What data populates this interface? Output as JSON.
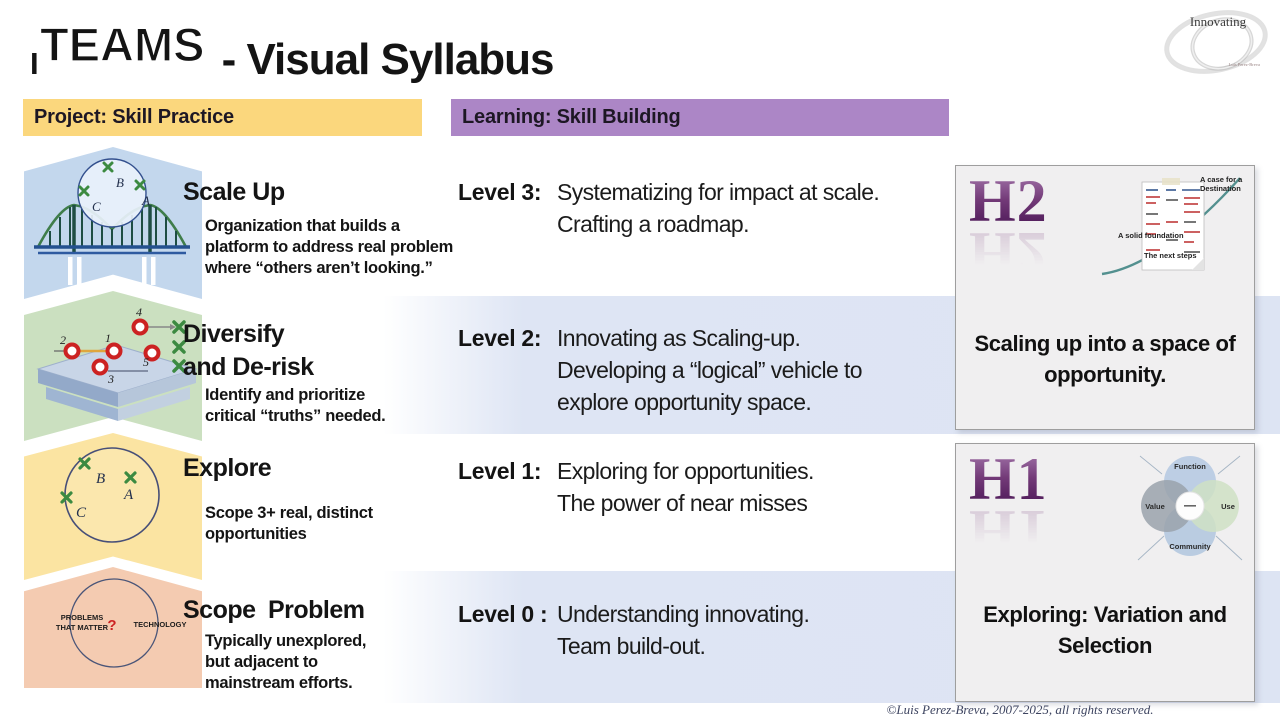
{
  "header": {
    "title": {
      "i": "i",
      "teams": "TEAMS",
      "rest": "- Visual Syllabus"
    },
    "logo": {
      "text": "Innovating",
      "subtext": "Luis Perez-Breva"
    }
  },
  "banners": {
    "project": "Project: Skill Practice",
    "learning": "Learning: Skill Building"
  },
  "rows": [
    {
      "title": "Scale Up",
      "desc_lines": [
        "Organization that builds a",
        "platform to address real problem",
        "where “others aren’t looking.”"
      ],
      "level_label": "Level 3:",
      "level_lines": [
        "Systematizing for impact at scale.",
        "Crafting a roadmap."
      ],
      "icon": {
        "b": "B",
        "a": "A",
        "c": "C"
      },
      "chevron_color": "#c3d7ed"
    },
    {
      "title": "Diversify",
      "title2": "and De-risk",
      "desc_lines": [
        "Identify and prioritize",
        "critical “truths” needed."
      ],
      "level_label": "Level 2:",
      "level_lines": [
        "Innovating as Scaling-up.",
        "Developing a “logical” vehicle to",
        "explore opportunity space."
      ],
      "icon": {
        "n1": "1",
        "n2": "2",
        "n3": "3",
        "n4": "4",
        "n5": "5"
      },
      "chevron_color": "#cbe0c0"
    },
    {
      "title": "Explore",
      "desc_lines": [
        "Scope 3+ real, distinct",
        "opportunities"
      ],
      "level_label": "Level 1:",
      "level_lines": [
        "Exploring for opportunities.",
        "The power of near misses"
      ],
      "icon": {
        "b": "B",
        "a": "A",
        "c": "C"
      },
      "chevron_color": "#fbe4a2"
    },
    {
      "title": "Scope Problem",
      "desc_lines": [
        "Typically unexplored,",
        "but adjacent to",
        "mainstream efforts."
      ],
      "level_label": "Level 0 :",
      "level_lines": [
        "Understanding innovating.",
        "Team build-out."
      ],
      "icon": {
        "left1": "PROBLEMS",
        "left2": "THAT MATTER",
        "q": "?",
        "right": "TECHNOLOGY"
      },
      "chevron_color": "#f4cbb1"
    }
  ],
  "cards": [
    {
      "big": "H2",
      "caption_lines": [
        "Scaling up into a space of",
        "opportunity."
      ],
      "diagram": {
        "top": "A case for a Destination",
        "left": "A solid foundation",
        "bottom": "The next steps"
      }
    },
    {
      "big": "H1",
      "caption_lines": [
        "Exploring: Variation and",
        "Selection"
      ],
      "diagram": {
        "top": "Function",
        "left": "Value",
        "right": "Use",
        "bottom": "Community"
      }
    }
  ],
  "footer": {
    "copyright": "©Luis Perez-Breva, 2007-2025, all rights reserved."
  },
  "colors": {
    "banner_project": "#fbd77d",
    "banner_learning": "#ac86c6",
    "band_blue": "#dee5f4",
    "chevron_blue": "#c3d7ed",
    "chevron_green": "#cbe0c0",
    "chevron_yellow": "#fbe4a2",
    "chevron_peach": "#f4cbb1",
    "h_letter_purple": "#6b2a70",
    "accent_red": "#cc2222",
    "accent_green": "#3c8a41"
  }
}
